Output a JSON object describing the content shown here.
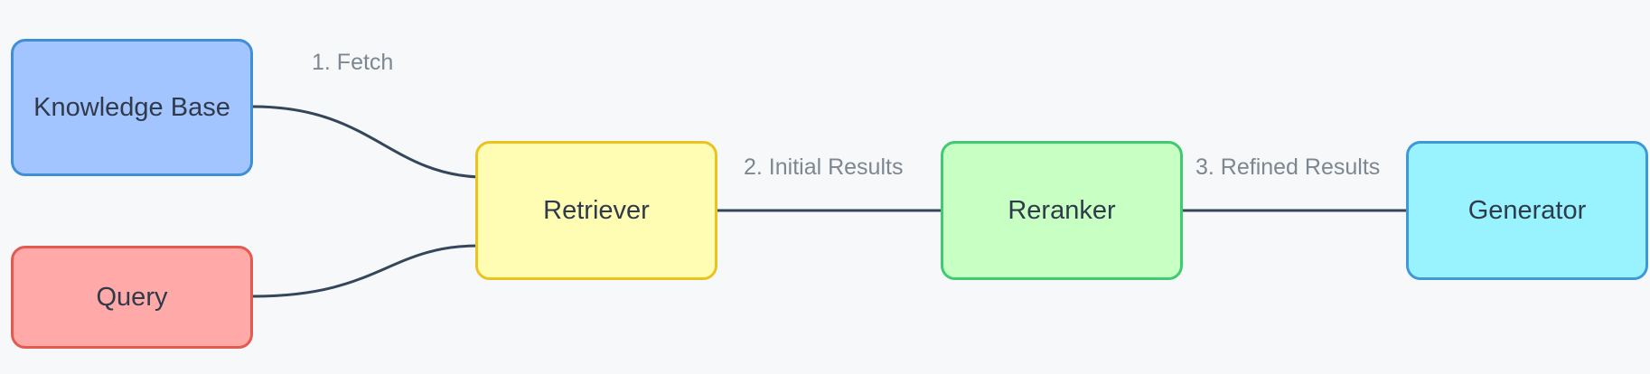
{
  "nodes": {
    "knowledge_base": {
      "label": "Knowledge Base",
      "fill": "#a2c4ff",
      "border": "#3f8fd6"
    },
    "query": {
      "label": "Query",
      "fill": "#ffa9a9",
      "border": "#e35b4e"
    },
    "retriever": {
      "label": "Retriever",
      "fill": "#fffcb3",
      "border": "#ebc320"
    },
    "reranker": {
      "label": "Reranker",
      "fill": "#c8ffc2",
      "border": "#3ecb72"
    },
    "generator": {
      "label": "Generator",
      "fill": "#98f3ff",
      "border": "#3f98d8"
    }
  },
  "edges": {
    "fetch": {
      "label": "1. Fetch"
    },
    "initial_results": {
      "label": "2. Initial Results"
    },
    "refined_results": {
      "label": "3. Refined Results"
    }
  },
  "colors": {
    "background": "#f7f8fa",
    "edge": "#34465a",
    "text": "#2f3a4a",
    "edge_label": "#7d8791"
  }
}
